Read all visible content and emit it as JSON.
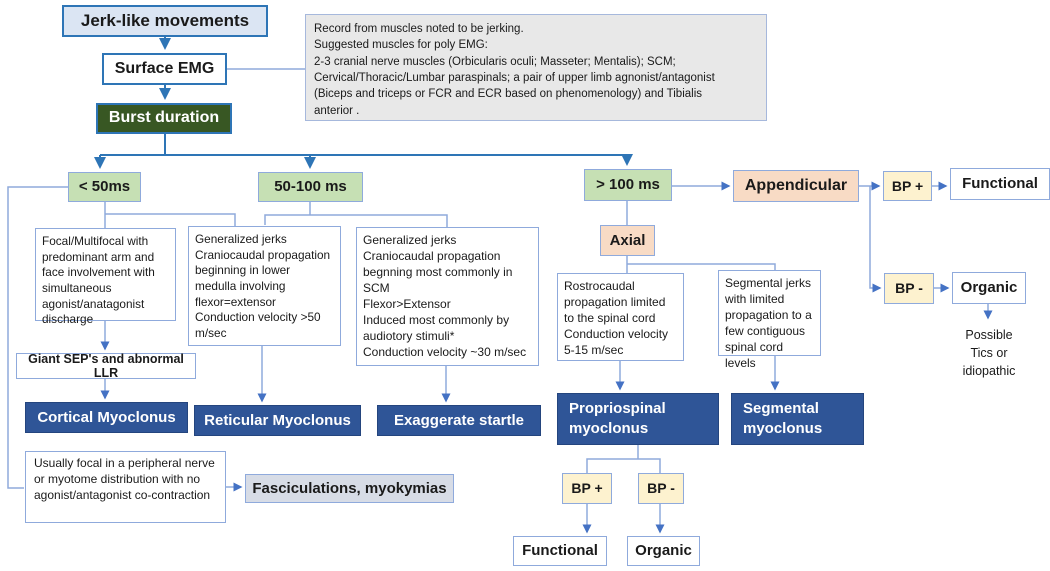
{
  "title": "Jerk-like movements surface EMG diagnostic flowchart",
  "colors": {
    "dark_blue_border": "#2e75b6",
    "light_blue_line": "#8faadc",
    "arrow_blue": "#4472c4",
    "light_blue_fill": "#dbe5f3",
    "dark_green_fill": "#385723",
    "green_fill": "#c6e0b4",
    "peach_fill": "#f8dbc5",
    "yellow_fill": "#fdf2cf",
    "navy_fill": "#2f5597",
    "note_gray_fill": "#e8e8e8",
    "gray_blue_fill": "#d7dce6"
  },
  "nodes": {
    "jerk_like_movements": {
      "label": "Jerk-like movements"
    },
    "surface_emg": {
      "label": "Surface EMG"
    },
    "burst_duration": {
      "label": "Burst duration"
    },
    "recording_note": {
      "text": "Record from muscles noted to be jerking.\nSuggested muscles for  poly EMG:\n2-3 cranial nerve muscles (Orbicularis oculi; Masseter; Mentalis); SCM;\nCervical/Thoracic/Lumbar paraspinals; a pair of upper limb agnonist/antagonist\n(Biceps and triceps or FCR and ECR based on phenomenology) and Tibialis\nanterior ."
    },
    "lt_50ms": {
      "label": "< 50ms"
    },
    "ms_50_100": {
      "label": "50-100 ms"
    },
    "gt_100ms": {
      "label": "> 100 ms"
    },
    "appendicular": {
      "label": "Appendicular"
    },
    "bp_plus_right": {
      "label": "BP +"
    },
    "functional_right": {
      "label": "Functional"
    },
    "bp_minus_right": {
      "label": "BP -"
    },
    "organic_right": {
      "label": "Organic"
    },
    "possible_tics": {
      "text": "Possible\nTics or\nidiopathic"
    },
    "focal_multifocal": {
      "text": "Focal/Multifocal with predominant arm and face involvement with simultaneous agonist/anatagonist discharge"
    },
    "generalized_medulla": {
      "text": "Generalized jerks\nCraniocaudal propagation beginning in lower medulla involving flexor=extensor\nConduction velocity >50 m/sec"
    },
    "generalized_scm": {
      "text": "Generalized jerks\nCraniocaudal propagation begnning most commonly in SCM\nFlexor>Extensor\nInduced most commonly by audiotory stimuli*\nConduction velocity ~30 m/sec"
    },
    "axial": {
      "label": "Axial"
    },
    "rostrocaudal": {
      "text": "Rostrocaudal propagation limited to the spinal cord\nConduction velocity 5-15 m/sec"
    },
    "segmental_jerks": {
      "text": "Segmental jerks with limited propagation to a few contiguous spinal cord levels"
    },
    "giant_sep": {
      "label": "Giant SEP's and abnormal LLR"
    },
    "cortical_myoclonus": {
      "label": "Cortical Myoclonus"
    },
    "reticular_myoclonus": {
      "label": "Reticular Myoclonus"
    },
    "exaggerate_startle": {
      "label": "Exaggerate startle"
    },
    "propriospinal_myoclonus": {
      "label": "Propriospinal myoclonus"
    },
    "segmental_myoclonus": {
      "label": "Segmental myoclonus"
    },
    "bp_plus_bottom": {
      "label": "BP +"
    },
    "bp_minus_bottom": {
      "label": "BP -"
    },
    "functional_bottom": {
      "label": "Functional"
    },
    "organic_bottom": {
      "label": "Organic"
    },
    "usually_focal": {
      "text": "Usually focal in a peripheral nerve or myotome distribution with no agonist/antagonist co-contraction"
    },
    "fasciculations": {
      "label": "Fasciculations, myokymias"
    }
  }
}
